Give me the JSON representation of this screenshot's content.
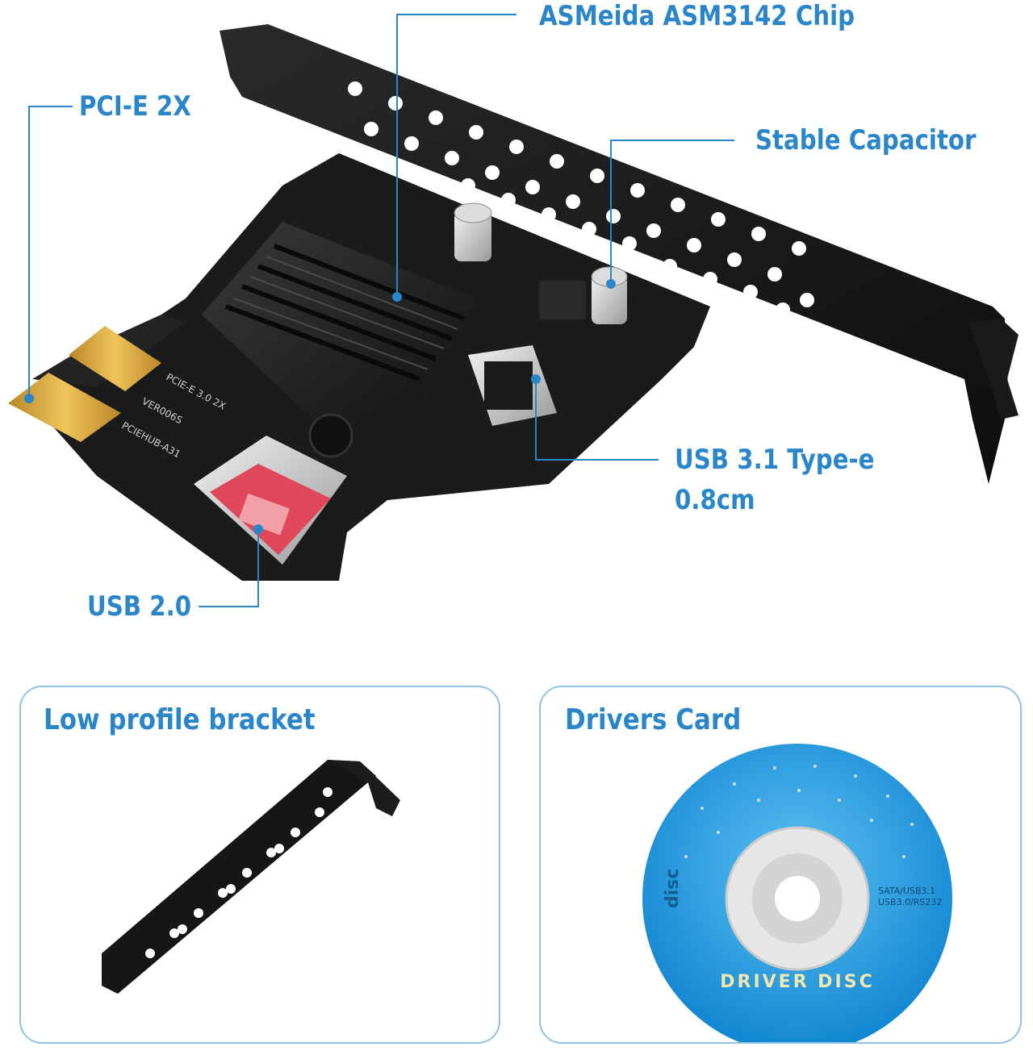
{
  "callouts": {
    "chip": "ASMeida ASM3142 Chip",
    "pcie": "PCI-E 2X",
    "capacitor": "Stable Capacitor",
    "usb31_line1": "USB 3.1  Type-e",
    "usb31_line2": "0.8cm",
    "usb20": "USB 2.0"
  },
  "panels": {
    "bracket_title": "Low profile bracket",
    "drivers_title": "Drivers Card"
  },
  "disc": {
    "label": "DRIVER DISC",
    "side_text_1": "SATA/USB3.1",
    "side_text_2": "USB3.0/RS232",
    "logo_text": "disc"
  },
  "board_silk": {
    "line1": "PCIE-E 3.0 2X",
    "line2": "VER006S",
    "line3": "PCIEHUB-A31"
  },
  "colors": {
    "accent": "#2b86c9",
    "panel_border": "#8fc2e6",
    "board": "#1b1b1c",
    "bracket": "#161617",
    "gold": "#d7a43c",
    "usb_red": "#e0475a",
    "disc_blue": "#1e9ae0"
  }
}
